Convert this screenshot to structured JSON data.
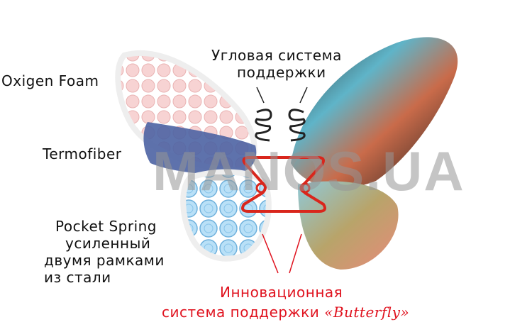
{
  "labels": {
    "corner_support": [
      "Угловая система",
      "поддержки"
    ],
    "oxigen_foam": "Oxigen Foam",
    "termofiber": "Termofiber",
    "pocket_spring": [
      "Pocket Spring",
      "усиленный",
      "двумя рамками",
      "из стали"
    ],
    "innovation": [
      "Инновационная",
      "система поддержки ",
      "«Butterfly»"
    ]
  },
  "watermark": "MANOS.UA",
  "colors": {
    "accent": "#e0131f",
    "foam": "#f2c3c3",
    "fiber": "#4a5f9e",
    "spring": "#9fd0ef"
  }
}
